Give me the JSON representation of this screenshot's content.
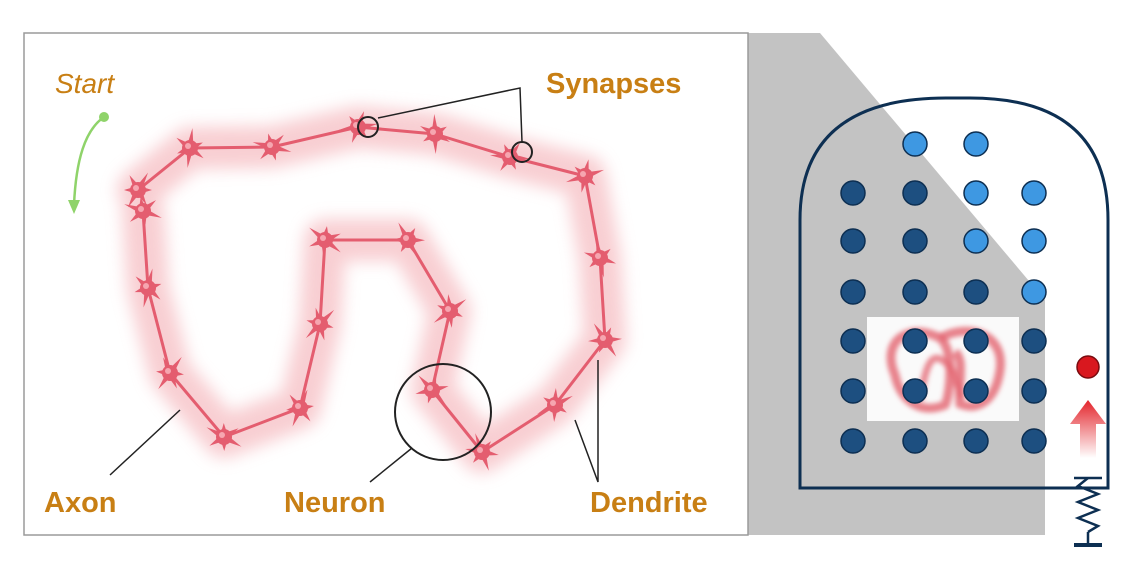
{
  "labels": {
    "start": "Start",
    "synapses": "Synapses",
    "axon": "Axon",
    "neuron": "Neuron",
    "dendrite": "Dendrite"
  },
  "colors": {
    "label": "#c87f14",
    "neuron": "#e45d6f",
    "neuron_glow": "#f7c6c9",
    "start_arrow": "#8fd36a",
    "pin_dark": "#1d4f80",
    "pin_light": "#3e98e2",
    "outline": "#0d2f52",
    "ball": "#d9181f",
    "zoom_shade": "#b9b9b9"
  },
  "icons": {
    "start_arrow": "curved-arrow-icon",
    "neuron": "neuron-icon",
    "pin": "pin-icon",
    "ball": "ball-icon",
    "spring": "spring-launcher-icon",
    "up_arrow": "up-arrow-icon"
  }
}
